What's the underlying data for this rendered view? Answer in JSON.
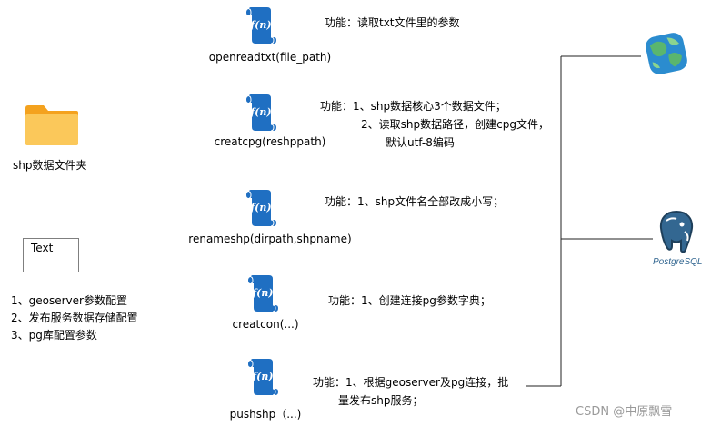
{
  "folder": {
    "label": "shp数据文件夹"
  },
  "textbox": {
    "label": "Text"
  },
  "notes": [
    "1、geoserver参数配置",
    "2、发布服务数据存储配置",
    "3、pg库配置参数"
  ],
  "functions": [
    {
      "name": "openreadtxt(file_path)",
      "desc": [
        "功能：读取txt文件里的参数"
      ]
    },
    {
      "name": "creatcpg(reshppath)",
      "desc": [
        "功能：1、shp数据核心3个数据文件；",
        "2、读取shp数据路径，创建cpg文件，",
        "默认utf-8编码"
      ]
    },
    {
      "name": "renameshp(dirpath,shpname)",
      "desc": [
        "功能：1、shp文件名全部改成小写；"
      ]
    },
    {
      "name": "creatcon(...)",
      "desc": [
        "功能：1、创建连接pg参数字典；"
      ]
    },
    {
      "name": "pushshp（...)",
      "desc": [
        "功能：1、根据geoserver及pg连接，批",
        "量发布shp服务；"
      ]
    }
  ],
  "icons": {
    "folder": "folder-icon",
    "function": "function-scroll-icon",
    "geoserver": "geoserver-icon",
    "postgres": "postgresql-icon"
  },
  "postgres": {
    "label": "PostgreSQL"
  },
  "watermark": "CSDN @中原飘雪",
  "colors": {
    "fn_blue": "#1f6fc2",
    "folder_yellow": "#fbc85a",
    "folder_tab": "#f4a21e",
    "geo_green": "#5ab66e",
    "geo_blue": "#2b8ccf"
  }
}
